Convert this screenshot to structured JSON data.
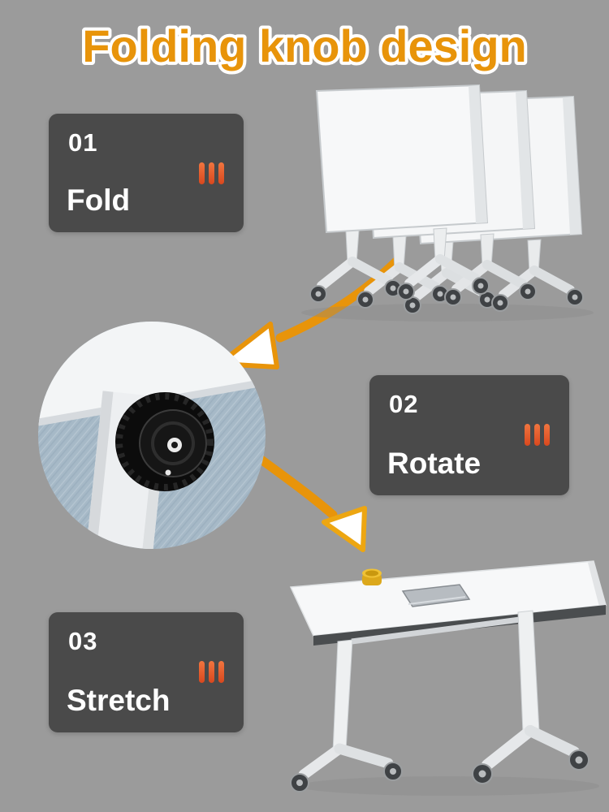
{
  "title": "Folding knob design",
  "steps": [
    {
      "number": "01",
      "label": "Fold"
    },
    {
      "number": "02",
      "label": "Rotate"
    },
    {
      "number": "03",
      "label": "Stretch"
    }
  ],
  "icons": {
    "step_indicator": "triple-vertical-bars-icon",
    "arrow_1": "curved-arrow-down-left-icon",
    "arrow_2": "curved-arrow-down-right-icon"
  },
  "illustrations": {
    "folded_tables": "three folded flip-top tables nested on caster wheels",
    "knob_closeup": "circular close-up of black folding knob on white table leg",
    "open_table": "assembled rolling table with yellow cup and laptop on top"
  },
  "colors": {
    "background": "#9b9b9b",
    "card_background": "#4a4a4a",
    "title_fill": "#e8940a",
    "title_outline": "#ffffff",
    "step_text": "#ffffff",
    "bars": "#e05427",
    "arrow": "#e8940a",
    "fabric_blue": "#a6b9c7",
    "table_white": "#f3f5f6",
    "knob_black": "#0c0c0c"
  }
}
